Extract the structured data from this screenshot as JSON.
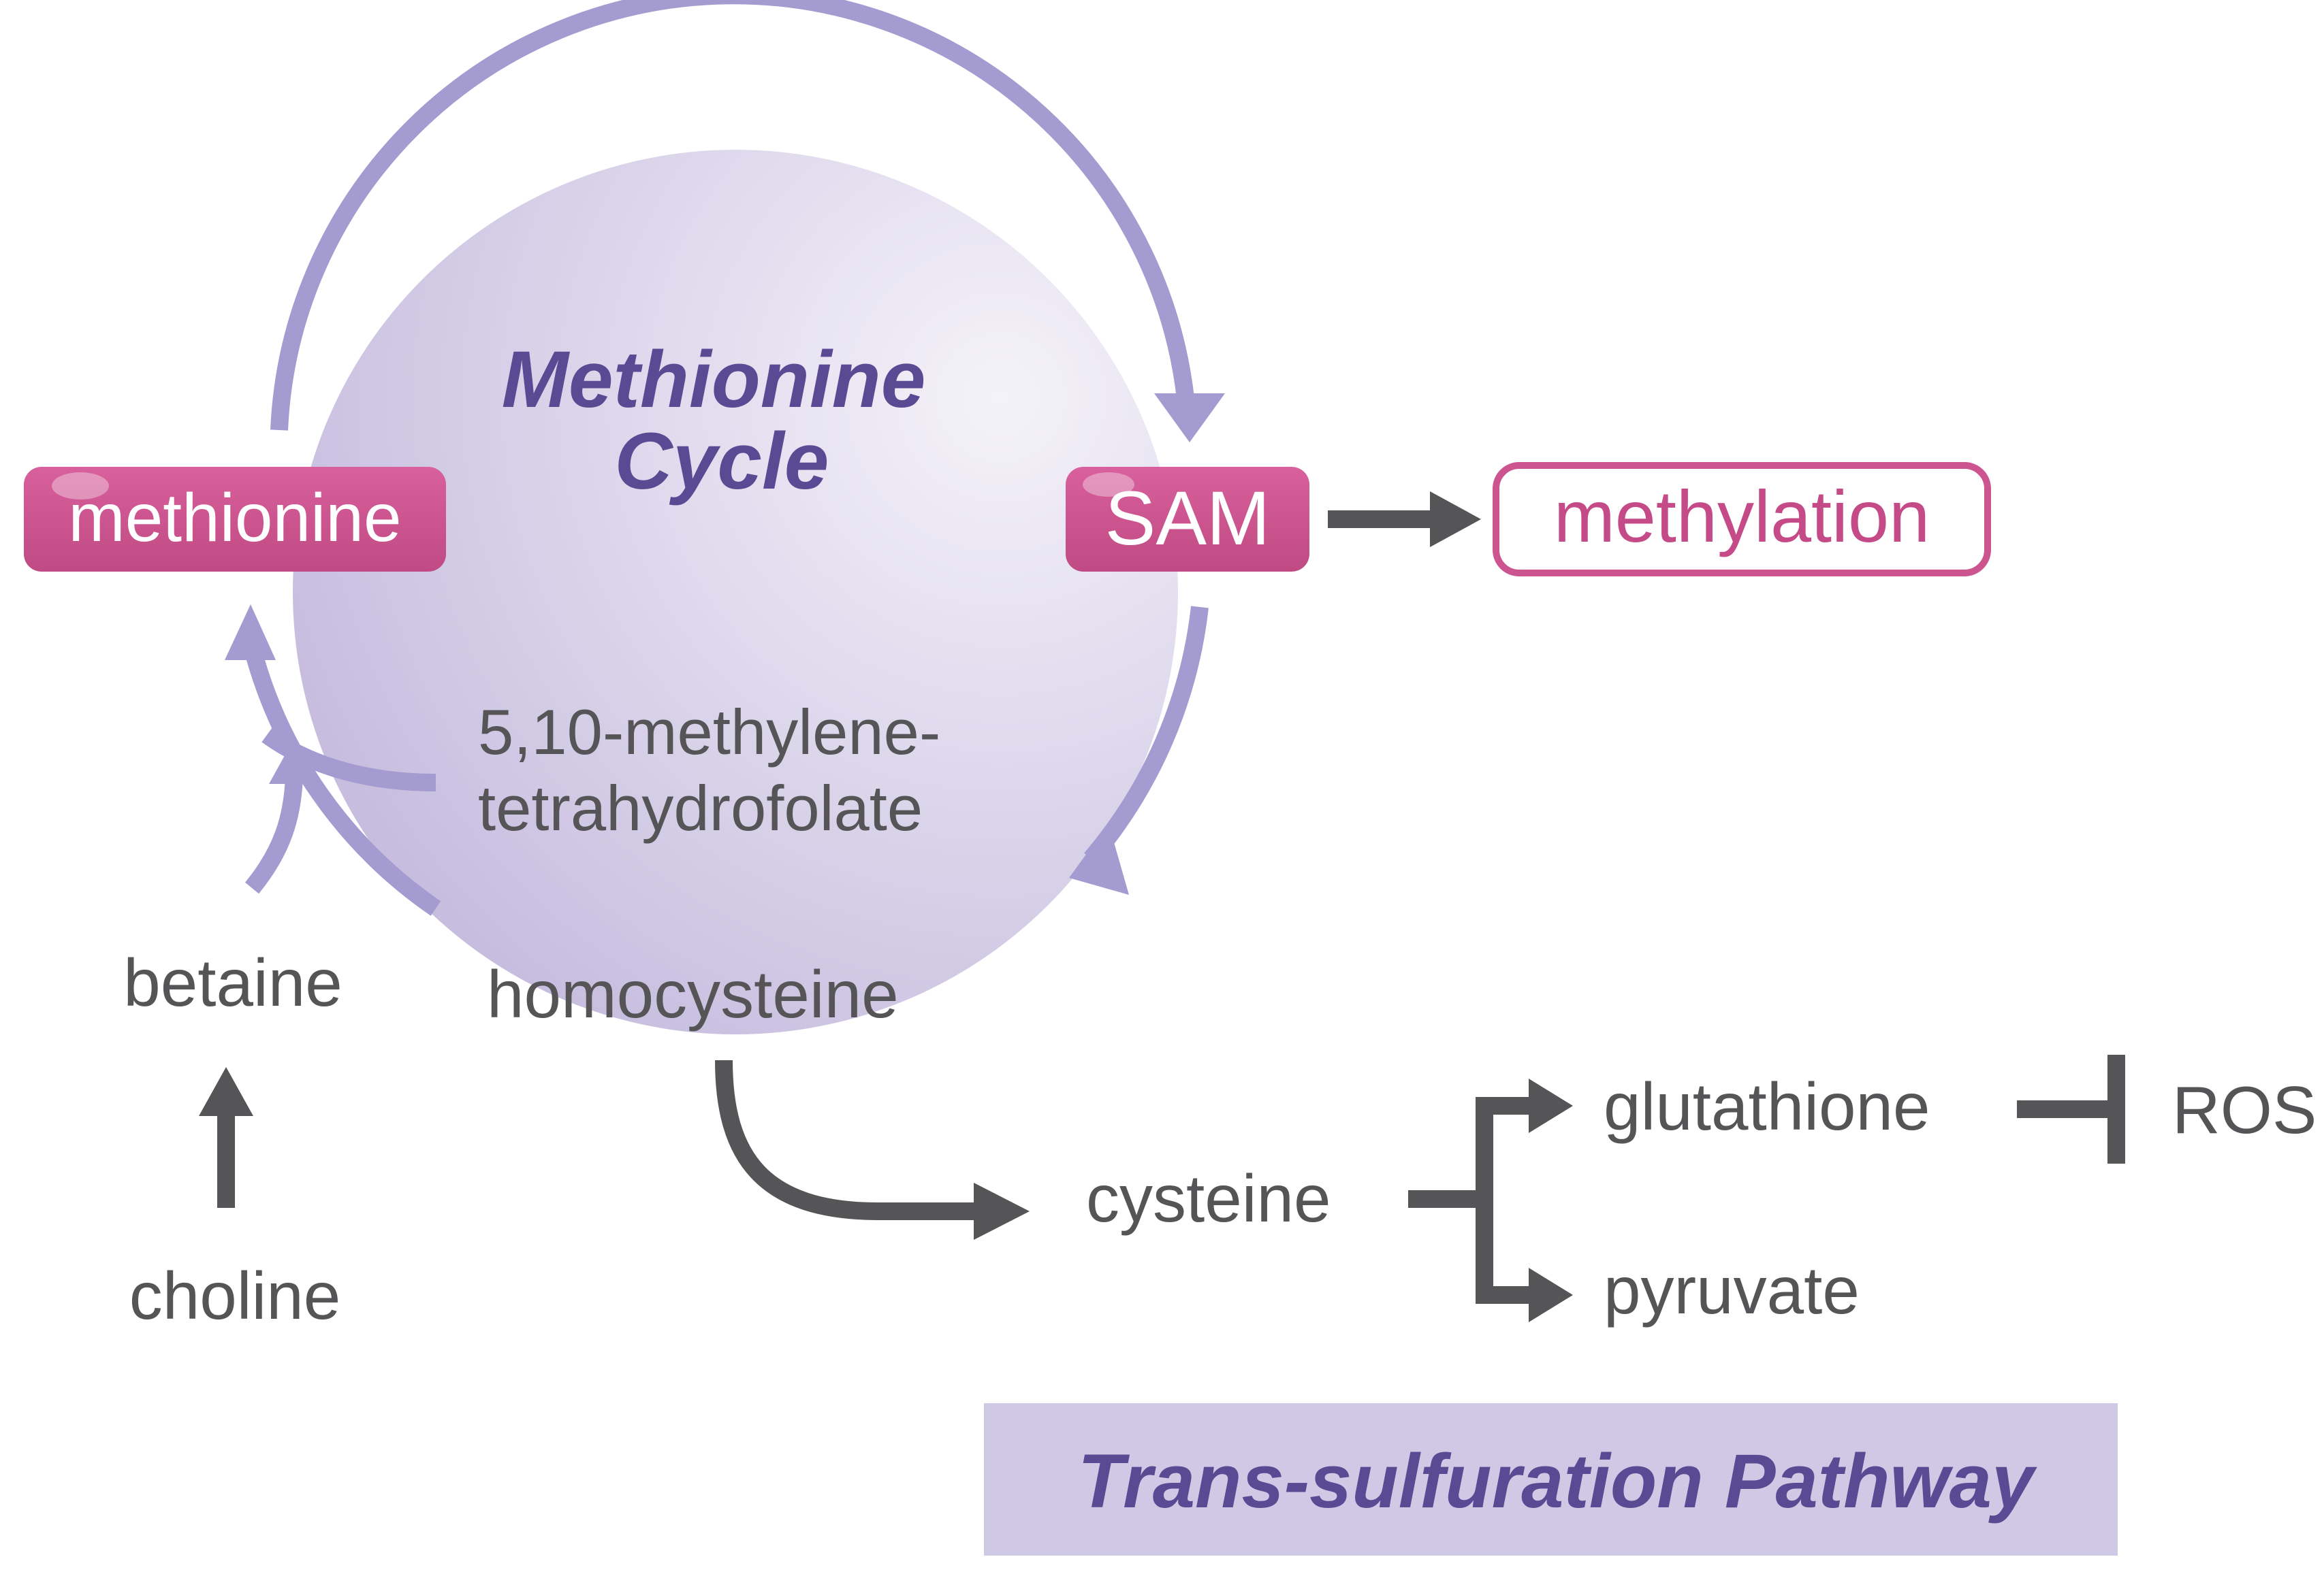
{
  "cycle": {
    "title_line1": "Methionine",
    "title_line2": "Cycle",
    "methionine": "methionine",
    "sam": "SAM",
    "methylation": "methylation",
    "mthf_line1": "5,10-methylene-",
    "mthf_line2": "tetrahydrofolate",
    "homocysteine": "homocysteine",
    "betaine": "betaine",
    "choline": "choline"
  },
  "transsulfuration": {
    "cysteine": "cysteine",
    "glutathione": "glutathione",
    "pyruvate": "pyruvate",
    "ros": "ROS",
    "title": "Trans-sulfuration Pathway"
  },
  "colors": {
    "arc_purple": "#a49bd0",
    "circle_fill_light": "#f1eef7",
    "circle_fill_dark": "#cac1e2",
    "pill_pink": "#cc5590",
    "title_purple": "#5a4a93",
    "arrow_gray": "#555557",
    "banner_fill": "#d0c9e5"
  }
}
